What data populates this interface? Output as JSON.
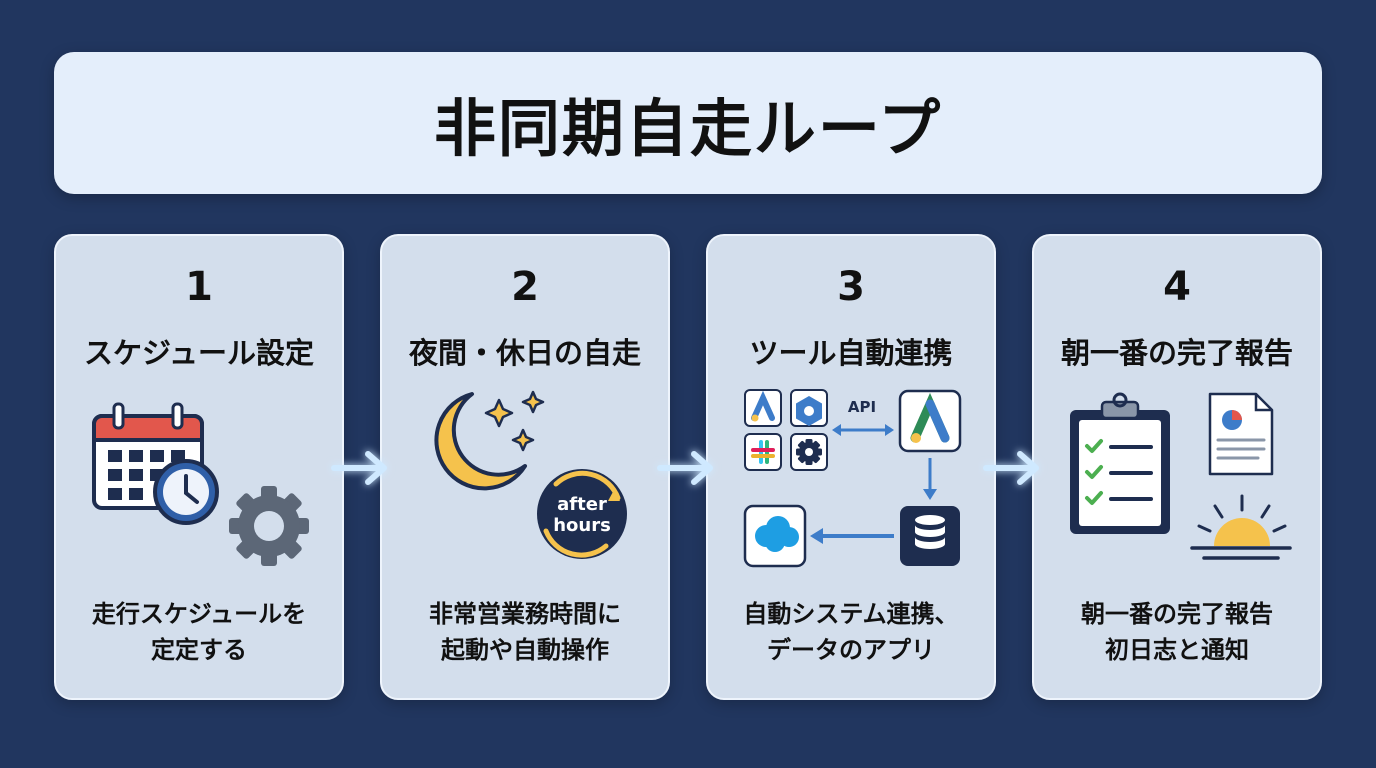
{
  "title": "非同期自走ループ",
  "steps": [
    {
      "number": "1",
      "heading": "スケジュール設定",
      "desc_lines": [
        "走行スケジュールを",
        "定定する"
      ],
      "icons": [
        "calendar-icon",
        "clock-icon",
        "gear-icon"
      ]
    },
    {
      "number": "2",
      "heading": "夜間・休日の自走",
      "desc_lines": [
        "非常営業務時間に",
        "起動や自動操作"
      ],
      "icons": [
        "moon-icon",
        "sparkle-icon",
        "after-hours-badge-icon"
      ],
      "badge_lines": [
        "after",
        "hours"
      ]
    },
    {
      "number": "3",
      "heading": "ツール自動連携",
      "desc_lines": [
        "自動システム連携、",
        "データのアプリ"
      ],
      "icons": [
        "ads-icon",
        "cloud-hexagon-icon",
        "slack-icon",
        "gear-icon",
        "database-icon",
        "salesforce-cloud-icon"
      ],
      "api_label": "API"
    },
    {
      "number": "4",
      "heading": "朝一番の完了報告",
      "desc_lines": [
        "朝一番の完了報告",
        "初日志と通知"
      ],
      "icons": [
        "checklist-clipboard-icon",
        "report-document-icon",
        "sunrise-icon"
      ]
    }
  ],
  "colors": {
    "background": "#21365f",
    "title_box": "#e4eefb",
    "card": "#d3deec",
    "navy": "#1e2d4f",
    "accent_blue": "#3d7cc9",
    "yellow": "#f5c24c",
    "green": "#4caf50",
    "red": "#e2574c"
  }
}
